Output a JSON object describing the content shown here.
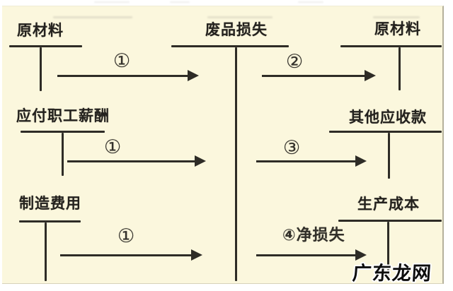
{
  "colors": {
    "panel_bg": "#fbf7dd",
    "line": "#2e2c26",
    "text": "#24221e",
    "watermark": "#0d0d0d"
  },
  "accounts": [
    {
      "name": "raw-materials-left",
      "title": "原材料"
    },
    {
      "name": "scrap-loss",
      "title": "废品损失"
    },
    {
      "name": "raw-materials-right",
      "title": "原材料"
    },
    {
      "name": "employee-compensation-payable",
      "title": "应付职工薪酬"
    },
    {
      "name": "other-receivables",
      "title": "其他应收款"
    },
    {
      "name": "manufacturing-overhead",
      "title": "制造费用"
    },
    {
      "name": "production-cost",
      "title": "生产成本"
    }
  ],
  "arrows": [
    {
      "label": "①",
      "row": "top",
      "side": "left"
    },
    {
      "label": "②",
      "row": "top",
      "side": "right"
    },
    {
      "label": "①",
      "row": "middle",
      "side": "left"
    },
    {
      "label": "③",
      "row": "middle",
      "side": "right"
    },
    {
      "label": "①",
      "row": "bottom",
      "side": "left"
    },
    {
      "label": "④净损失",
      "row": "bottom",
      "side": "right"
    }
  ],
  "watermark": {
    "text": "广东龙网"
  }
}
